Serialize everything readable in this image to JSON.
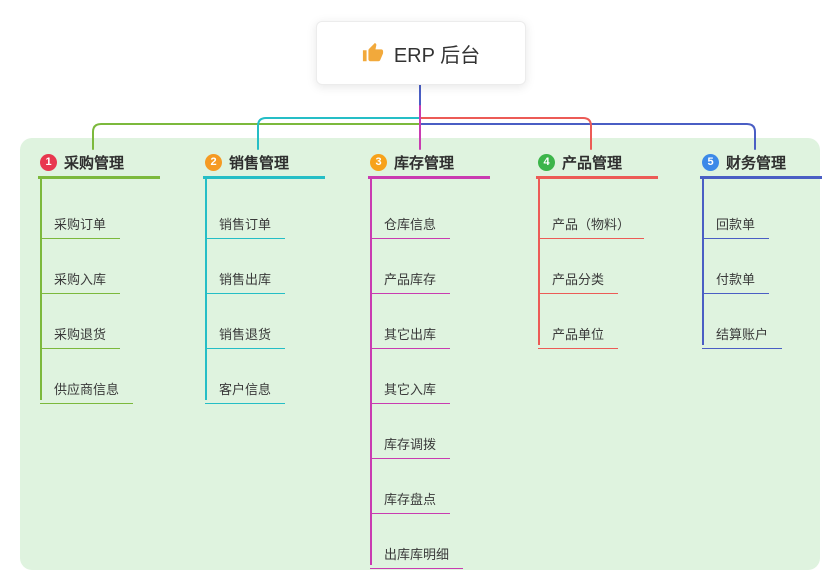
{
  "root": {
    "label": "ERP 后台",
    "icon": "thumbs-up-icon",
    "icon_color": "#f2a93b",
    "stem_color": "#4a5ec4"
  },
  "canvas": {
    "panel_color": "#dff3df",
    "background": "#ffffff"
  },
  "branches": [
    {
      "index": "1",
      "label": "采购管理",
      "badge_color": "#e8384f",
      "line_color": "#7cb93c",
      "children": [
        "采购订单",
        "采购入库",
        "采购退货",
        "供应商信息"
      ]
    },
    {
      "index": "2",
      "label": "销售管理",
      "badge_color": "#f59a23",
      "line_color": "#25bec6",
      "children": [
        "销售订单",
        "销售出库",
        "销售退货",
        "客户信息"
      ]
    },
    {
      "index": "3",
      "label": "库存管理",
      "badge_color": "#f7a21b",
      "line_color": "#c93bb1",
      "children": [
        "仓库信息",
        "产品库存",
        "其它出库",
        "其它入库",
        "库存调拨",
        "库存盘点",
        "出库库明细"
      ]
    },
    {
      "index": "4",
      "label": "产品管理",
      "badge_color": "#3cb54a",
      "line_color": "#ec5b56",
      "children": [
        "产品（物料）",
        "产品分类",
        "产品单位"
      ]
    },
    {
      "index": "5",
      "label": "财务管理",
      "badge_color": "#3c89e8",
      "line_color": "#4a5ec4",
      "children": [
        "回款单",
        "付款单",
        "结算账户"
      ]
    }
  ]
}
